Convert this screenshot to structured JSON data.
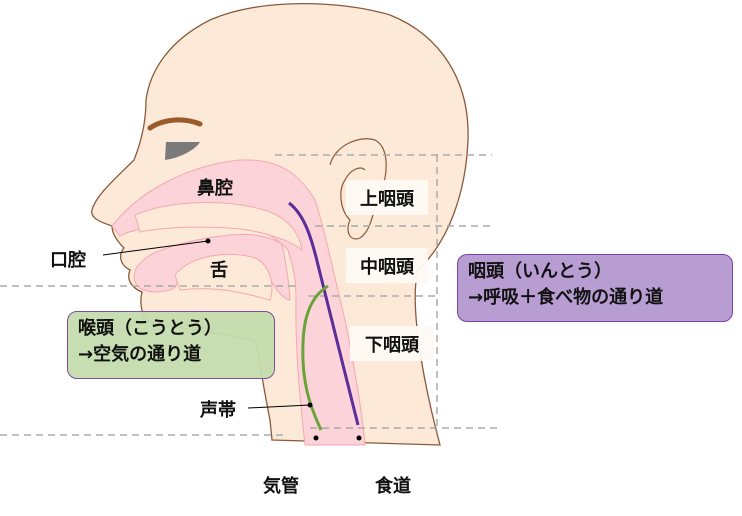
{
  "labels": {
    "nasal_cavity": "鼻腔",
    "oral_cavity": "口腔",
    "tongue": "舌",
    "vocal_cords": "声帯",
    "trachea": "気管",
    "esophagus": "食道"
  },
  "regions": {
    "upper_pharynx": "上咽頭",
    "middle_pharynx": "中咽頭",
    "lower_pharynx": "下咽頭"
  },
  "callouts": {
    "pharynx": {
      "line1": "咽頭（いんとう）",
      "line2": "→呼吸＋食べ物の通り道",
      "color": "#b89dd3"
    },
    "larynx": {
      "line1": "喉頭（こうとう）",
      "line2": "→空気の通り道",
      "color": "#c4dcae"
    }
  },
  "colors": {
    "skin": "#fde9d8",
    "outline": "#8a5a3a",
    "cavity": "#fbd3d8",
    "food_path": "#5a2d9a",
    "air_path": "#6aa33a"
  }
}
